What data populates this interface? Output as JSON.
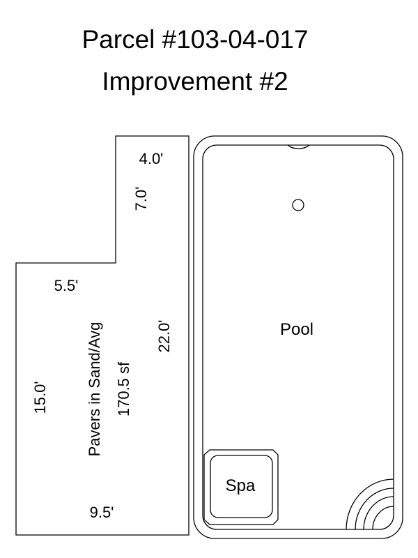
{
  "title": {
    "line1": "Parcel #103-04-017",
    "line2": "Improvement #2"
  },
  "pavers": {
    "dim_top": "4.0'",
    "dim_notch_side": "7.0'",
    "dim_notch_bottom": "5.5'",
    "dim_right": "22.0'",
    "dim_left": "15.0'",
    "dim_bottom": "9.5'",
    "label": "Pavers in Sand/Avg",
    "area": "170.5 sf"
  },
  "pool": {
    "label": "Pool"
  },
  "spa": {
    "label": "Spa"
  }
}
